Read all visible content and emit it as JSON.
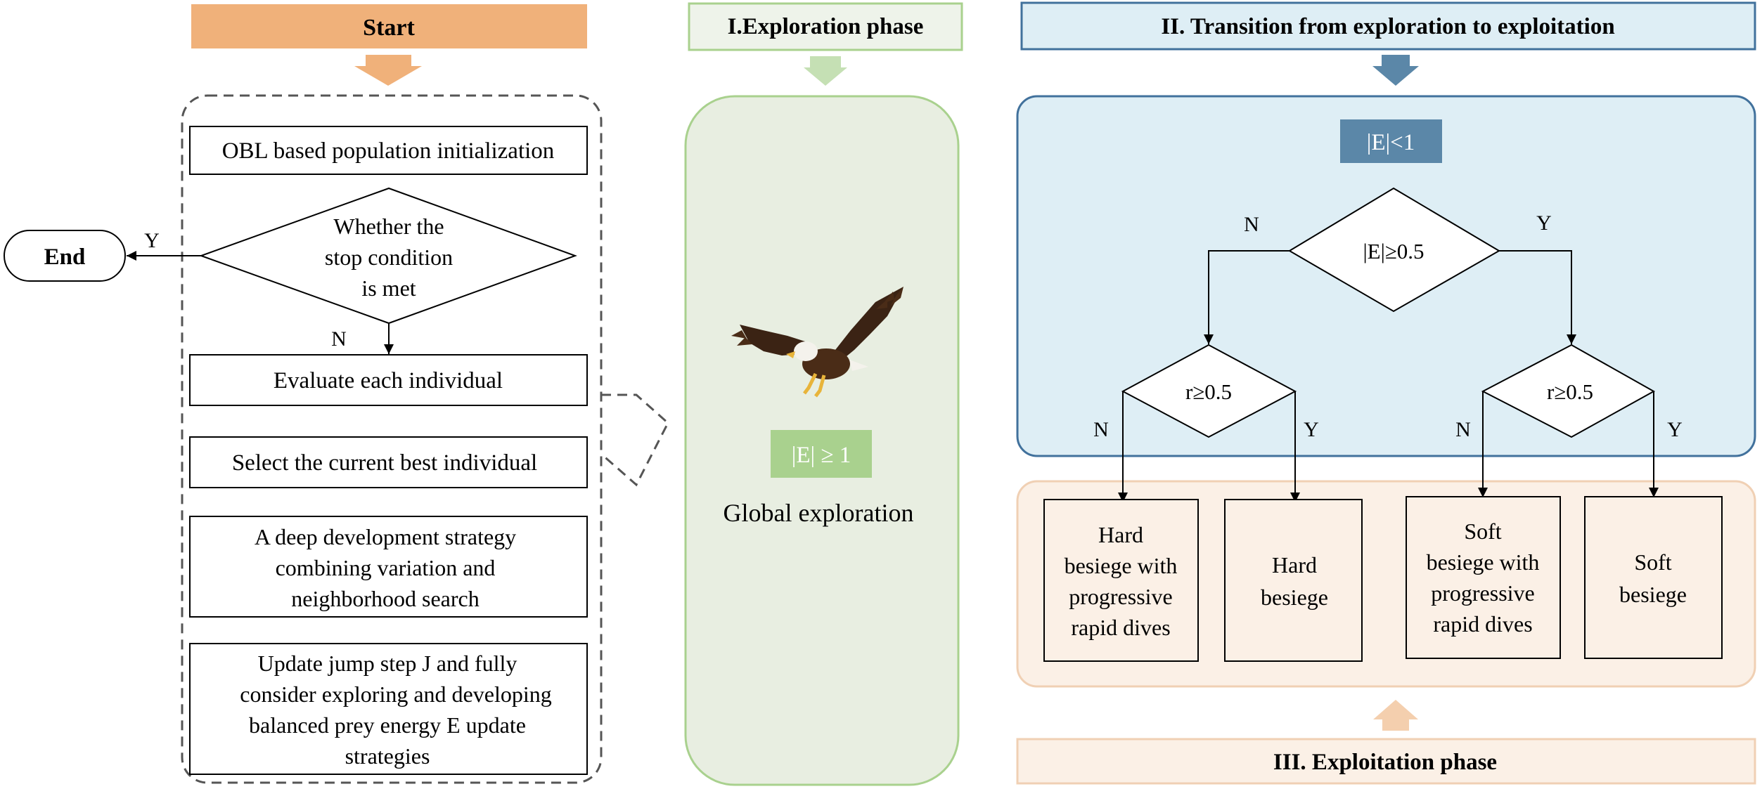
{
  "left": {
    "start": "Start",
    "end": "End",
    "init": "OBL based population initialization",
    "stop_lines": [
      "Whether the",
      "stop condition",
      "is met"
    ],
    "yes": "Y",
    "no": "N",
    "evaluate": "Evaluate each individual",
    "select": "Select the current best individual",
    "deep_lines": [
      "A deep development strategy",
      "combining variation and",
      "neighborhood search"
    ],
    "update_lines": [
      "Update jump step J and fully",
      "consider exploring and developing",
      "balanced prey energy E update",
      "strategies"
    ]
  },
  "phase1": {
    "title": "I.Exploration phase",
    "condition": "|E| ≥ 1",
    "label": "Global exploration"
  },
  "phase2": {
    "title": "II. Transition from exploration to exploitation",
    "condition": "|E|<1",
    "decision": "|E|≥0.5",
    "r_left": "r≥0.5",
    "r_right": "r≥0.5",
    "yes": "Y",
    "no": "N"
  },
  "phase3": {
    "title": "III. Exploitation phase",
    "boxes": [
      [
        "Hard",
        "besiege with",
        "progressive",
        "rapid dives"
      ],
      [
        "Hard",
        "besiege"
      ],
      [
        "Soft",
        "besiege with",
        "progressive",
        "rapid dives"
      ],
      [
        "Soft",
        "besiege"
      ]
    ]
  },
  "colors": {
    "orange": "#f0b17a",
    "green_header": "#eef3ea",
    "green_border": "#a9d18e",
    "green_panel": "#e8eee1",
    "blue_header": "#deeef5",
    "blue_border": "#41719c",
    "blue_dark": "#5b87a8",
    "tan_panel": "#fbf0e6",
    "tan_border": "#f0d0b4"
  }
}
